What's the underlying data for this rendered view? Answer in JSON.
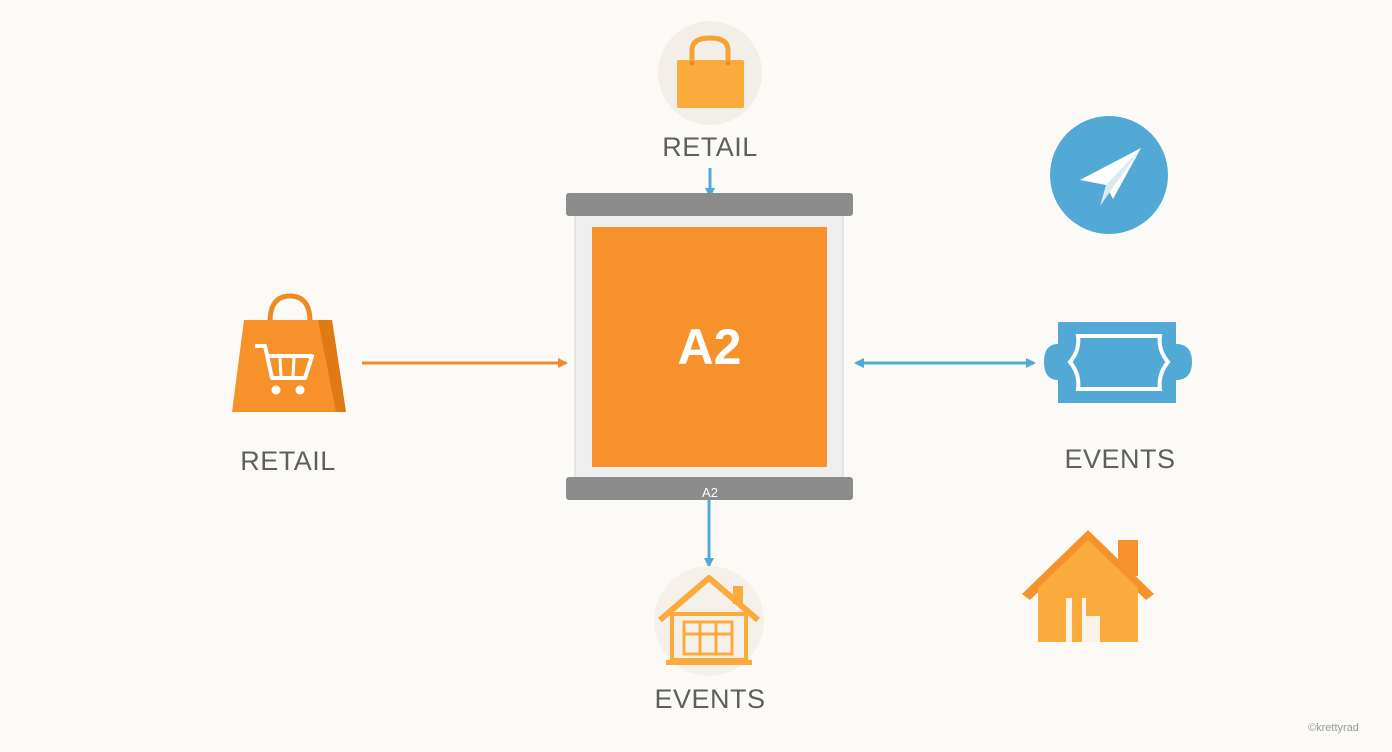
{
  "center": {
    "title": "A2",
    "sub_label": "A2"
  },
  "nodes": {
    "top": {
      "label": "RETAIL",
      "icon": "shopping-bag-icon"
    },
    "left": {
      "label": "RETAIL",
      "icon": "shopping-cart-bag-icon"
    },
    "right": {
      "label": "EVENTS",
      "icon": "ticket-icon"
    },
    "bottom": {
      "label": "EVENTS",
      "icon": "house-icon"
    },
    "top_right": {
      "icon": "paper-plane-icon"
    },
    "bottom_right": {
      "icon": "house-icon"
    }
  },
  "watermark": "©krettyrad",
  "colors": {
    "orange": "#f7922b",
    "amber": "#fbab3b",
    "blue": "#52a9d5",
    "gray_bar": "#8c8c8c",
    "text": "#5f5f5f",
    "background": "#fbfaf7"
  }
}
